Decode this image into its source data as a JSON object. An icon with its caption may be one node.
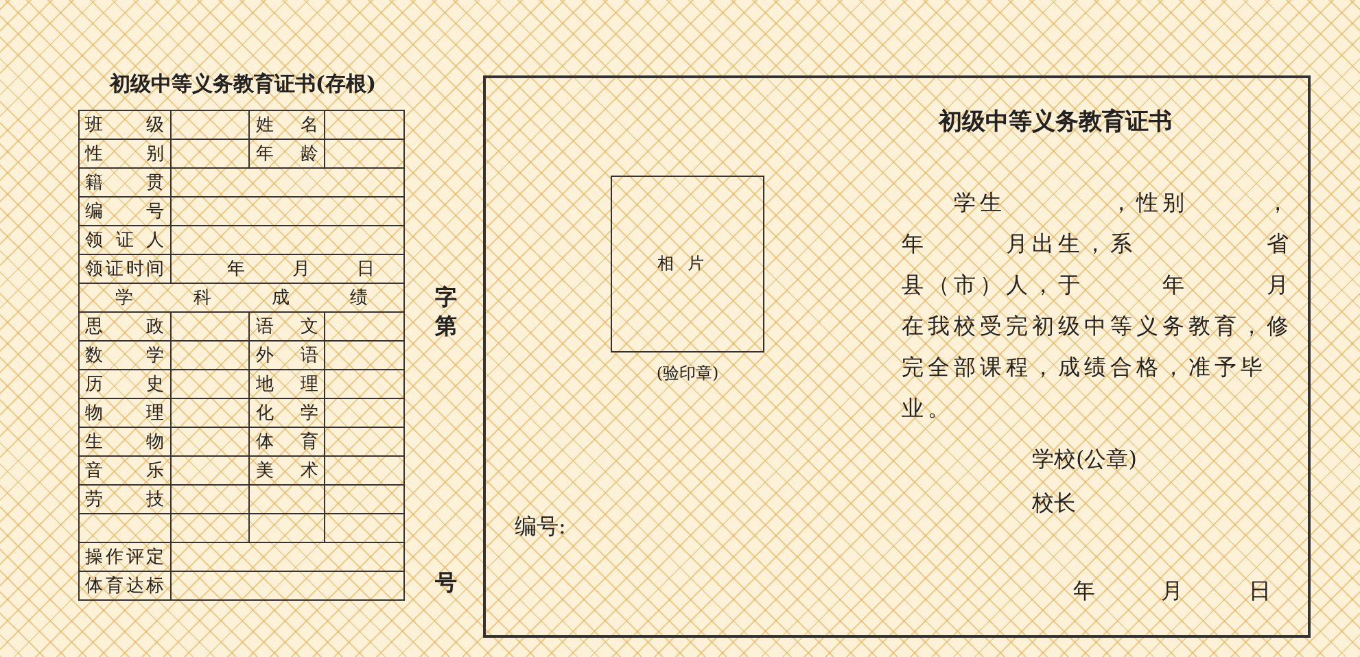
{
  "diagram": {
    "nodes": [
      {
        "text": [
          "初级中等义务教育证书(存根)"
        ]
      },
      {
        "text": [
          "初级中等义务教育证书",
          "学生　　　　，性别　　　，年　　　月出生，系　　　　　省县（市）人，于　　　年　　　月在我校受完初级中等义务教育，修完全部课程，成绩合格，准予毕业。",
          "学校(公章)",
          "校长",
          "年　　　月　　　日",
          "编号:"
        ]
      },
      {
        "text": [
          "相片"
        ],
        "in": 1,
        "beside": [
          "(验印章)"
        ]
      }
    ],
    "labels": [
      "班级",
      "姓名",
      "性别",
      "年龄",
      "籍贯",
      "编号",
      "领证人",
      "领证时间",
      "年",
      "月",
      "日",
      "学科成绩",
      "思政",
      "语文",
      "数学",
      "外语",
      "历史",
      "地理",
      "物理",
      "化学",
      "生物",
      "体育",
      "音乐",
      "美术",
      "劳技",
      "操作评定",
      "体育达标",
      "字",
      "第",
      "号"
    ]
  }
}
